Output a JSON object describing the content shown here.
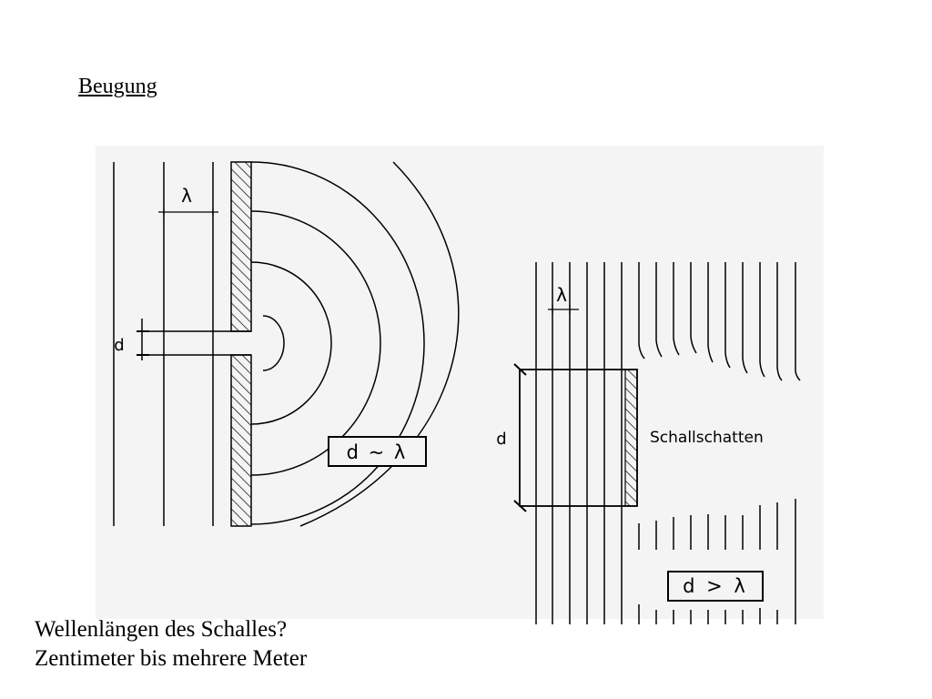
{
  "slide": {
    "title": "Beugung",
    "caption": {
      "question": "Wellenlängen des Schalles?",
      "answer": "Zentimeter bis mehrere Meter"
    }
  },
  "diagram_left": {
    "wavelength_label": "λ",
    "gap_label": "d",
    "relation_label": "d ~ λ"
  },
  "diagram_right": {
    "wavelength_label": "λ",
    "obstacle_label": "d",
    "shadow_label": "Schallschatten",
    "relation_label": "d > λ"
  },
  "colors": {
    "ink": "#000000",
    "figure_background": "#f4f4f4",
    "page_background": "#ffffff"
  }
}
